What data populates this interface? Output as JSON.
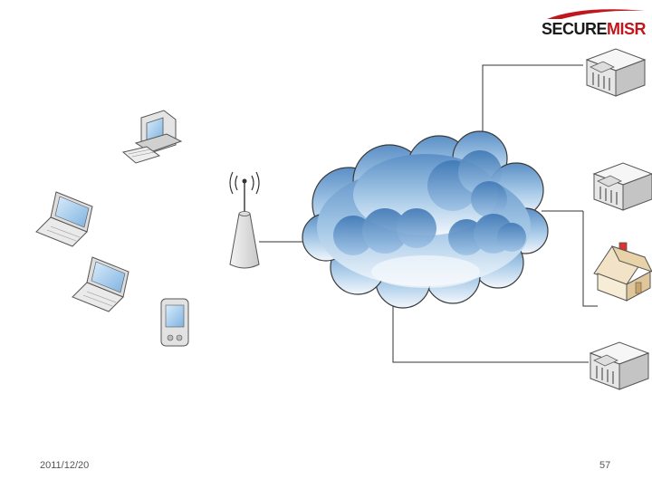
{
  "logo": {
    "part1": "SECURE",
    "part2": "MISR",
    "color_dark": "#1a1a1a",
    "color_accent": "#c0161d"
  },
  "footer": {
    "date": "2011/12/20",
    "page": "57"
  },
  "icons": {
    "desktop": "desktop-computer-icon",
    "laptop1": "laptop-icon",
    "laptop2": "laptop-icon",
    "pda": "pda-icon",
    "wireless": "wireless-access-point-icon",
    "cloud": "internet-cloud-icon",
    "bank1": "bank-building-icon",
    "bank2": "bank-building-icon",
    "home": "home-icon",
    "bank3": "bank-building-icon"
  },
  "colors": {
    "cloud_fill": "#9cc4e6",
    "cloud_dark": "#4a80b8",
    "line": "#333333"
  }
}
